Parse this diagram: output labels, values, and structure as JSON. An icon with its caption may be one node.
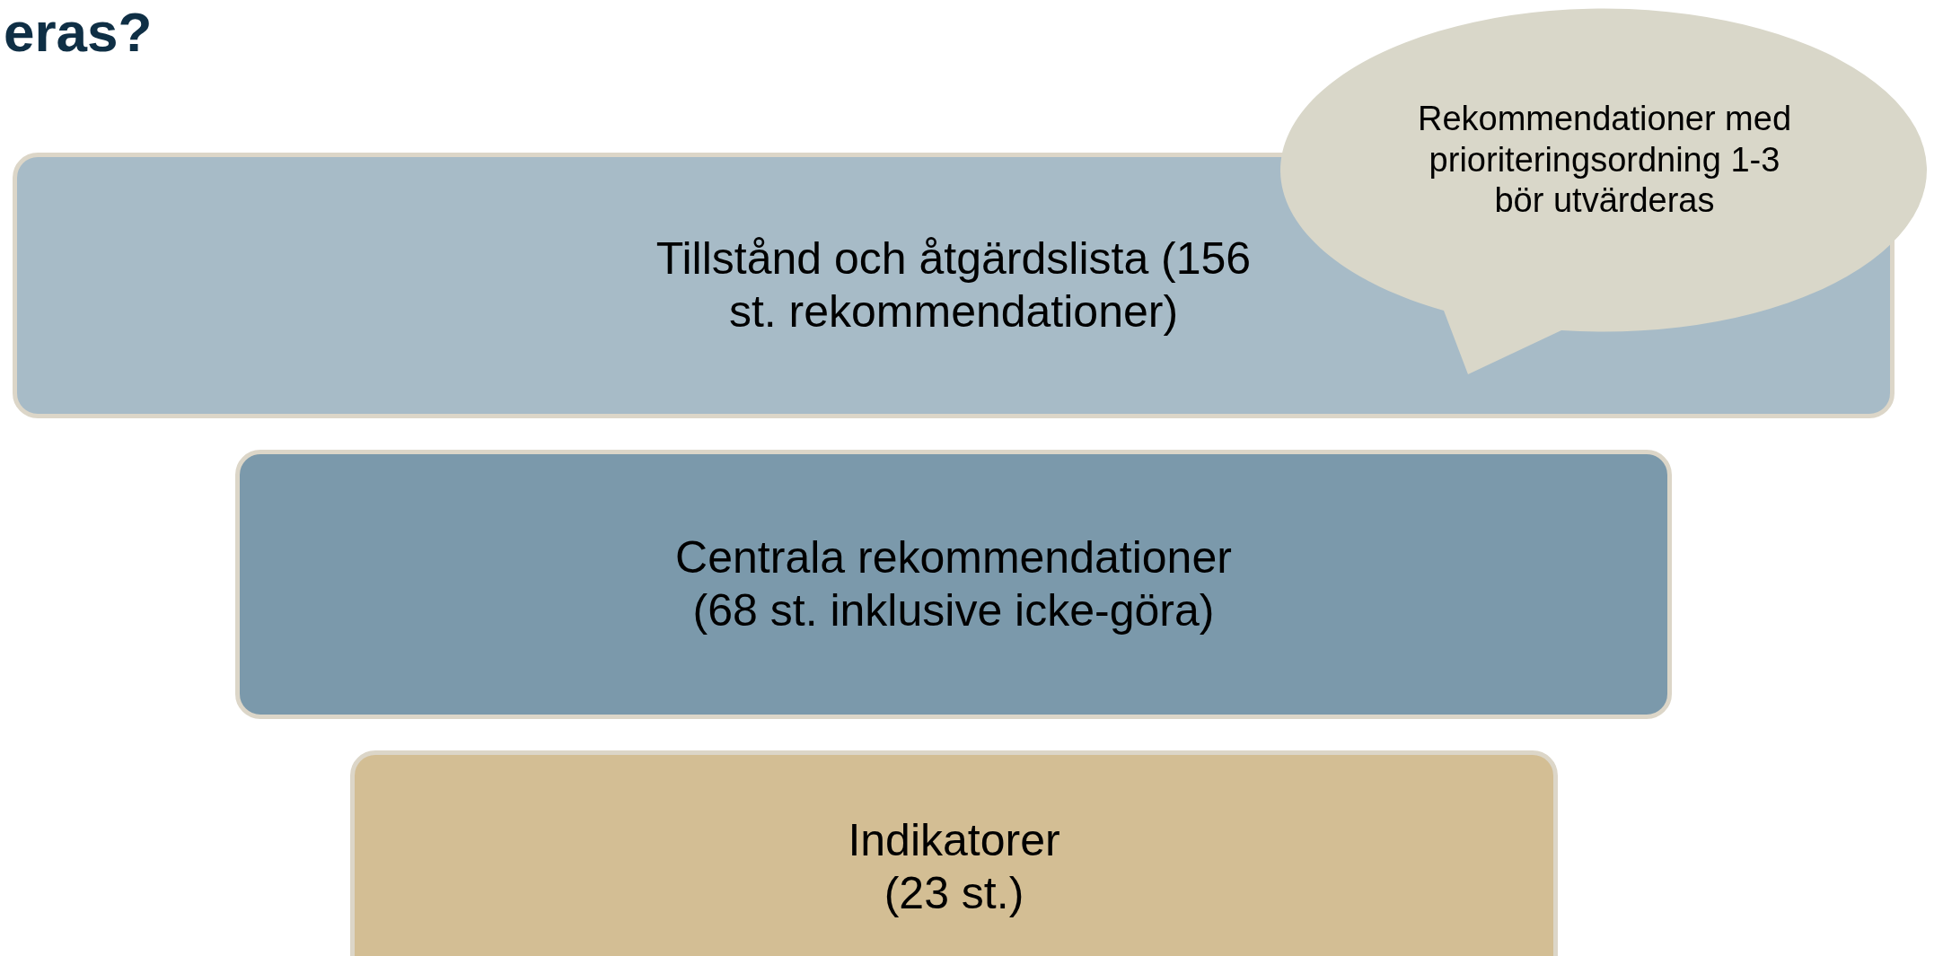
{
  "diagram": {
    "title": "eras?",
    "nodes": [
      {
        "text": [
          "Tillstånd och åtgärdslista (156 st. rekommendationer)"
        ]
      },
      {
        "text": [
          "Centrala rekommendationer (68 st. inklusive icke-göra)"
        ]
      },
      {
        "text": [
          "Indikatorer (23 st.)"
        ]
      },
      {
        "text": [
          "Rekommendationer med prioriteringsordning 1-3 bör utvärderas"
        ]
      }
    ]
  }
}
